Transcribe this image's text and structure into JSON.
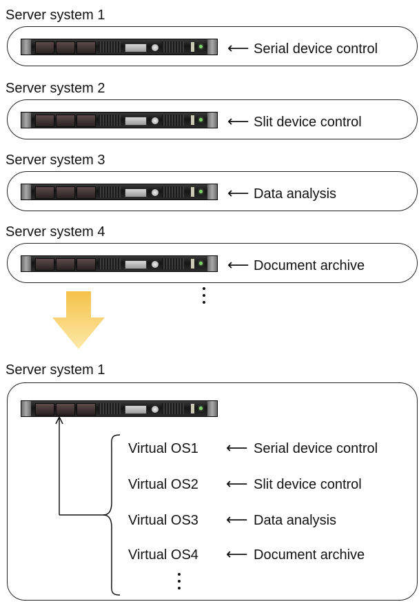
{
  "top": {
    "systems": [
      {
        "title": "Server system 1",
        "task": "Serial device control"
      },
      {
        "title": "Server system 2",
        "task": "Slit device control"
      },
      {
        "title": "Server system 3",
        "task": "Data analysis"
      },
      {
        "title": "Server system 4",
        "task": "Document archive"
      }
    ],
    "arrow_glyph": "⟵"
  },
  "transition_arrow_color": "#f6c94a",
  "bottom": {
    "title": "Server system 1",
    "virtual": [
      {
        "os": "Virtual OS1",
        "task": "Serial device control"
      },
      {
        "os": "Virtual OS2",
        "task": "Slit device control"
      },
      {
        "os": "Virtual OS3",
        "task": "Data analysis"
      },
      {
        "os": "Virtual OS4",
        "task": "Document archive"
      }
    ],
    "arrow_glyph": "⟵"
  },
  "icons": {
    "server": "server-rack-icon",
    "arrow": "left-arrow-icon",
    "down_arrow": "down-arrow-icon",
    "brace": "curly-brace-icon",
    "ellipsis": "vertical-ellipsis-icon"
  }
}
